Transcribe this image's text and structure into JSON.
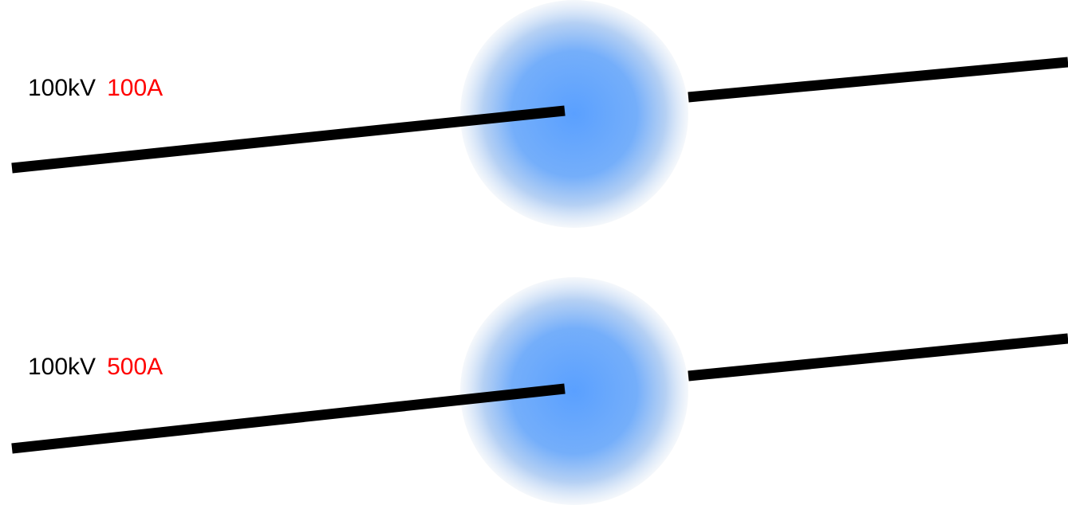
{
  "title_fragment": "",
  "colors": {
    "current_text": "#ff0000",
    "sphere_center": "#5aa0ff",
    "sphere_edge": "#e6eef8",
    "wire": "#000000"
  },
  "rows": [
    {
      "voltage": "100kV",
      "current": "100A"
    },
    {
      "voltage": "100kV",
      "current": "500A"
    }
  ]
}
